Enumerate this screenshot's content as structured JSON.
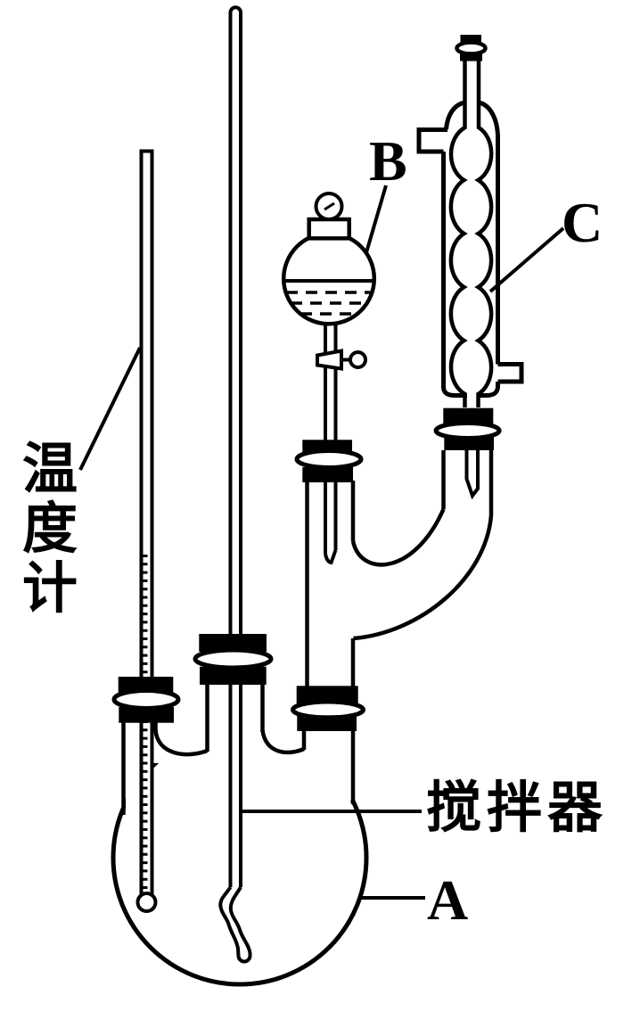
{
  "figure": {
    "type": "chemistry-apparatus-diagram",
    "background_color": "#ffffff",
    "line_color": "#000000",
    "labels": {
      "flask": "A",
      "dropping_funnel": "B",
      "condenser": "C",
      "stirrer": "搅拌器",
      "thermometer": "温度计",
      "thermometer_chars": [
        "温",
        "度",
        "计"
      ]
    },
    "components": [
      "three-neck-flask",
      "thermometer",
      "stirrer",
      "pressure-equalizing-dropping-funnel",
      "bulb-condenser",
      "rubber-stopper-connectors"
    ]
  }
}
